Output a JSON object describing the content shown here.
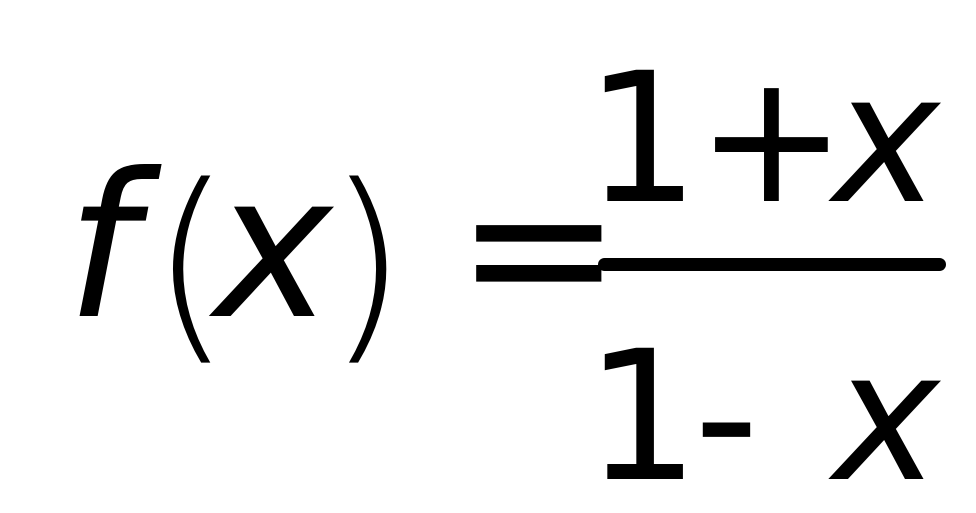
{
  "formula": {
    "lhs": {
      "func": "f",
      "open_paren": "(",
      "var": "x",
      "close_paren": ")"
    },
    "equals": "=",
    "fraction": {
      "numerator": {
        "term1": "1",
        "operator": "+",
        "term2": "x"
      },
      "denominator": {
        "term1": "1",
        "operator": "-",
        "term2": "x"
      }
    }
  }
}
